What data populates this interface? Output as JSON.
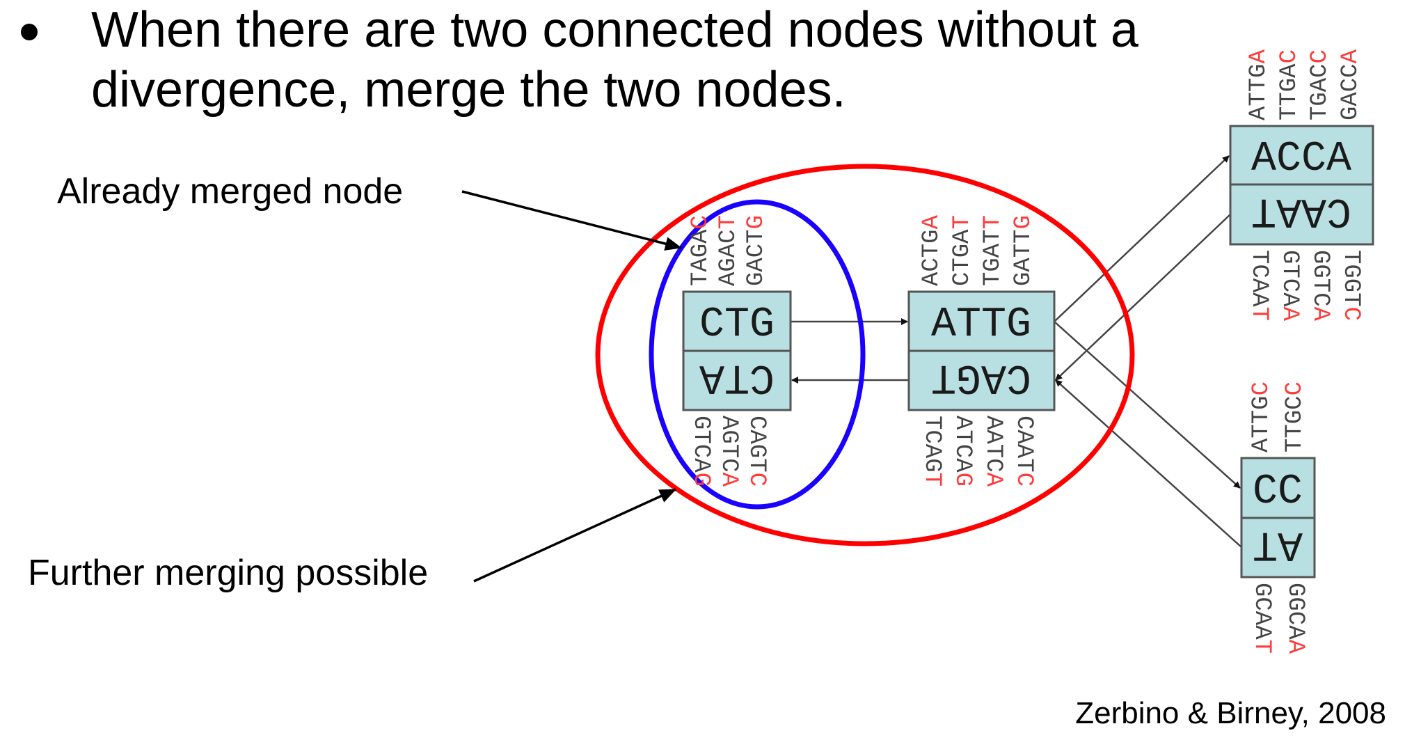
{
  "slide": {
    "bullet_text": "When there are two connected nodes without a divergence, merge the two nodes.",
    "annotation_merged": "Already merged node",
    "annotation_further": "Further merging possible",
    "citation": "Zerbino & Birney, 2008"
  },
  "colors": {
    "node_fill": "#b8e0e3",
    "outer_ellipse": "#ff0000",
    "inner_ellipse": "#1a00ff",
    "highlight_base": "#ff3a3a"
  },
  "nodes": {
    "ctg": {
      "forward": "CTG",
      "reverse": "CTA"
    },
    "attg": {
      "forward": "ATTG",
      "reverse": "CAGT"
    },
    "acca": {
      "forward": "ACCA",
      "reverse": "CAAT"
    },
    "cc": {
      "forward": "CC",
      "reverse": "AT"
    }
  },
  "kmer_labels": {
    "ctg_top": [
      "TAGAC",
      "AGACT",
      "GACTG"
    ],
    "ctg_bottom": [
      "GTCAG",
      "AGTCA",
      "CAGTC"
    ],
    "attg_top": [
      "ACTGA",
      "CTGAT",
      "TGATT",
      "GATTG"
    ],
    "attg_bottom": [
      "TCAGT",
      "ATCAG",
      "AATCA",
      "CAATC"
    ],
    "acca_top": [
      "ATTGA",
      "TTGAC",
      "TGACC",
      "GACCA"
    ],
    "acca_bottom": [
      "TCAAT",
      "GTCAA",
      "GGTCA",
      "TGGTC"
    ],
    "cc_top": [
      "ATTGC",
      "TTGCC"
    ],
    "cc_bottom": [
      "GCAAT",
      "GGCAA"
    ]
  }
}
